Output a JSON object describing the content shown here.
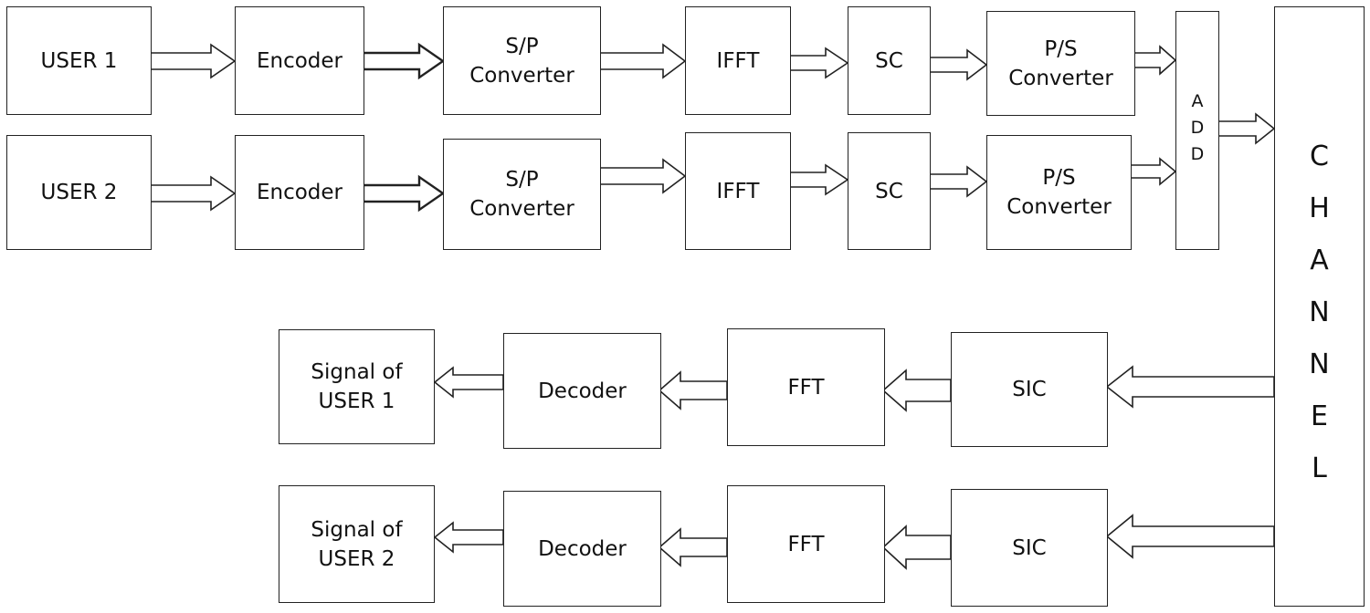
{
  "tx": {
    "user1": {
      "source": "USER 1",
      "encoder": "Encoder",
      "sp": [
        "S/P",
        "Converter"
      ],
      "ifft": "IFFT",
      "sc": "SC",
      "ps": [
        "P/S",
        "Converter"
      ]
    },
    "user2": {
      "source": "USER 2",
      "encoder": "Encoder",
      "sp": [
        "S/P",
        "Converter"
      ],
      "ifft": "IFFT",
      "sc": "SC",
      "ps": [
        "P/S",
        "Converter"
      ]
    }
  },
  "add": [
    "A",
    "D",
    "D"
  ],
  "channel": [
    "C",
    "H",
    "A",
    "N",
    "N",
    "E",
    "L"
  ],
  "rx": {
    "user1": {
      "sic": "SIC",
      "fft": "FFT",
      "decoder": "Decoder",
      "signal": [
        "Signal of",
        "USER 1"
      ]
    },
    "user2": {
      "sic": "SIC",
      "fft": "FFT",
      "decoder": "Decoder",
      "signal": [
        "Signal of",
        "USER 2"
      ]
    }
  }
}
